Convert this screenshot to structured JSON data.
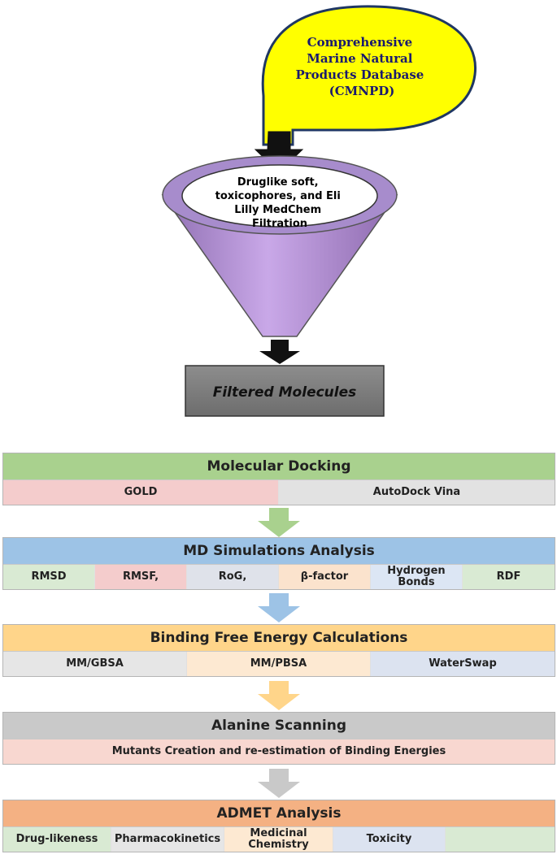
{
  "callout": {
    "lines": [
      "Comprehensive",
      "Marine Natural",
      "Products Database",
      "(CMNPD)"
    ]
  },
  "funnel": {
    "lines": [
      "Druglike soft,",
      "toxicophores, and Eli",
      "Lilly MedChem",
      "Filtration"
    ]
  },
  "filtered_box": {
    "label": "Filtered Molecules"
  },
  "stages": [
    {
      "title": "Molecular Docking",
      "header_color": "#a9d18e",
      "cells": [
        {
          "label": "GOLD",
          "color": "#f4cccc"
        },
        {
          "label": "AutoDock Vina",
          "color": "#e2e2e2"
        }
      ]
    },
    {
      "title": "MD Simulations Analysis",
      "header_color": "#9dc3e6",
      "cells": [
        {
          "label": "RMSD",
          "color": "#d9ead3"
        },
        {
          "label": "RMSF,",
          "color": "#f4cccc"
        },
        {
          "label": "RoG,",
          "color": "#dfe2ea"
        },
        {
          "label": "β-factor",
          "color": "#fbe3cd"
        },
        {
          "label": "Hydrogen Bonds",
          "color": "#dce6f4"
        },
        {
          "label": "RDF",
          "color": "#d9ead3"
        }
      ]
    },
    {
      "title": "Binding Free Energy Calculations",
      "header_color": "#ffd58a",
      "cells": [
        {
          "label": "MM/GBSA",
          "color": "#e6e6e6"
        },
        {
          "label": "MM/PBSA",
          "color": "#fde9d2"
        },
        {
          "label": "WaterSwap",
          "color": "#dce3f0"
        }
      ]
    },
    {
      "title": "Alanine Scanning",
      "header_color": "#c9c9c9",
      "cells": [
        {
          "label": "Mutants Creation and re-estimation of Binding Energies",
          "color": "#f8d7d0"
        }
      ]
    },
    {
      "title": "ADMET Analysis",
      "header_color": "#f4b183",
      "cells": [
        {
          "label": "Drug-likeness",
          "color": "#d9ead3"
        },
        {
          "label": "Pharmacokinetics",
          "color": "#e6e6e6"
        },
        {
          "label": "Medicinal Chemistry",
          "color": "#fde9d2"
        },
        {
          "label": "Toxicity",
          "color": "#dce3f0"
        },
        {
          "label": "",
          "color": "#d9ead3"
        }
      ]
    }
  ],
  "arrow_colors": [
    "#a9d18e",
    "#9dc3e6",
    "#ffd58a",
    "#c9c9c9"
  ]
}
